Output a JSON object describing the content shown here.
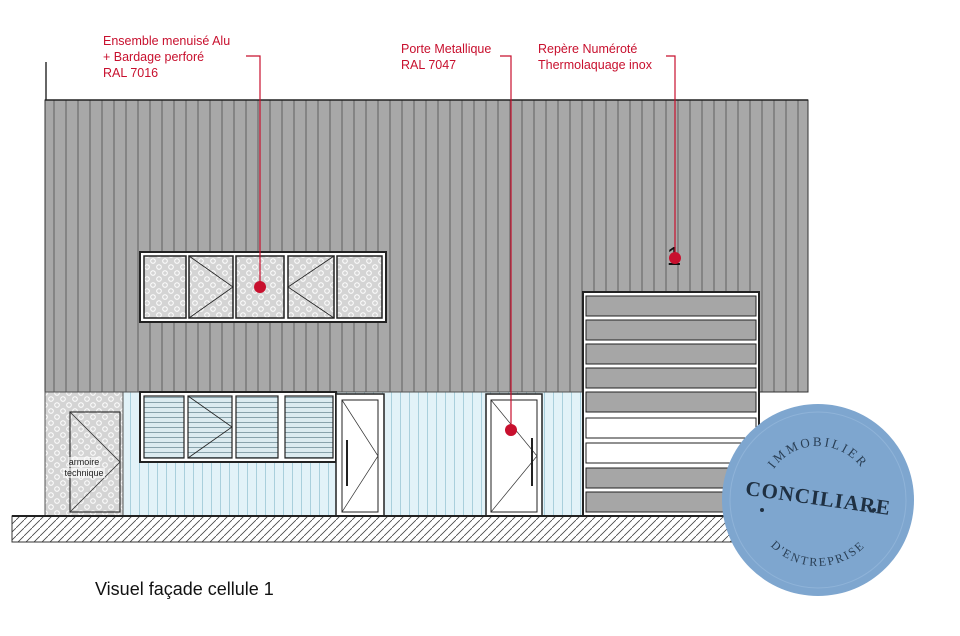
{
  "annotations": {
    "menuiserie": [
      "Ensemble menuisé Alu",
      "+ Bardage perforé",
      "RAL 7016"
    ],
    "porte": [
      "Porte Metallique",
      "RAL 7047"
    ],
    "repere": [
      "Repère Numéroté",
      "Thermolaquage inox"
    ]
  },
  "cell_number": "1",
  "armoire_label": [
    "armoire",
    "technique"
  ],
  "caption": "Visuel façade cellule 1",
  "logo": {
    "top_text": "IMMOBILIER",
    "main_text": "CONCILIARE",
    "bottom_text": "D'ENTREPRISE"
  },
  "colors": {
    "cladding": "#a6a6a6",
    "glazing": "#dff0f6",
    "annotation": "#c8102e",
    "logo": "#7ea6cf"
  }
}
